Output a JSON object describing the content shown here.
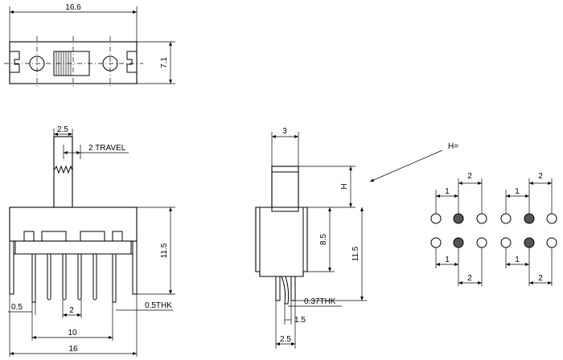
{
  "top_view": {
    "width_label": "16.6",
    "height_label": "7.1"
  },
  "front_view": {
    "pitch_label": "2.5",
    "travel_label": "2  TRAVEL",
    "height_label": "11.5",
    "pin_offset_label": "0.5",
    "pin_pitch_label": "2",
    "thickness_label": "0.5THK",
    "span_label": "10",
    "width_label": "16"
  },
  "side_view": {
    "actuator_label": "3",
    "actuator_height_label": "H",
    "body_height_label": "8.5",
    "total_height_label": "11.5",
    "pin_thickness_label": "0.37THK",
    "pin_offset_label": "1.5",
    "pin_span_label": "2.5"
  },
  "footprint": {
    "h_label": "H=",
    "pitch_label": "2",
    "offset_label": "1"
  }
}
